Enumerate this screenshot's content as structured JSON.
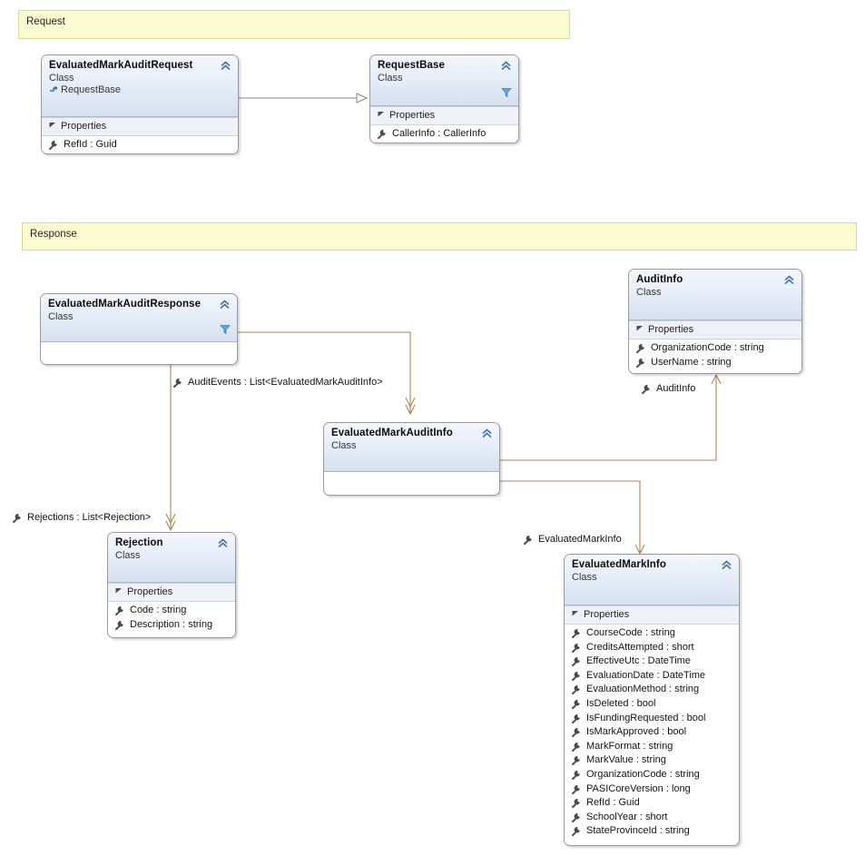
{
  "diagram": {
    "title": "UML Class Diagram",
    "accent_connector_color": "#b08254",
    "inherit_connector_color": "#888888",
    "banner_fill": "#fbfbd2",
    "banner_border": "#d9d99a",
    "class_header_gradient_top": "#f3f6fb",
    "class_header_gradient_bottom": "#d5e0f0"
  },
  "banners": [
    {
      "name": "request-banner",
      "label": "Request"
    },
    {
      "name": "response-banner",
      "label": "Response"
    }
  ],
  "icons": {
    "collapse": "chevron-up-double-icon",
    "filter": "funnel-icon",
    "property": "wrench-icon",
    "expander": "triangle-expander-icon",
    "base_class": "arrow-right-base-icon"
  },
  "classes": {
    "evaluated_mark_audit_request": {
      "name": "EvaluatedMarkAuditRequest",
      "stereotype": "Class",
      "base": "RequestBase",
      "compartment": "Properties",
      "members": [
        "RefId : Guid"
      ]
    },
    "request_base": {
      "name": "RequestBase",
      "stereotype": "Class",
      "compartment": "Properties",
      "members": [
        "CallerInfo : CallerInfo"
      ]
    },
    "evaluated_mark_audit_response": {
      "name": "EvaluatedMarkAuditResponse",
      "stereotype": "Class",
      "members": []
    },
    "audit_info": {
      "name": "AuditInfo",
      "stereotype": "Class",
      "compartment": "Properties",
      "members": [
        "OrganizationCode : string",
        "UserName : string"
      ]
    },
    "evaluated_mark_audit_info": {
      "name": "EvaluatedMarkAuditInfo",
      "stereotype": "Class",
      "members": []
    },
    "rejection": {
      "name": "Rejection",
      "stereotype": "Class",
      "compartment": "Properties",
      "members": [
        "Code : string",
        "Description : string"
      ]
    },
    "evaluated_mark_info": {
      "name": "EvaluatedMarkInfo",
      "stereotype": "Class",
      "compartment": "Properties",
      "members": [
        "CourseCode : string",
        "CreditsAttempted : short",
        "EffectiveUtc : DateTime",
        "EvaluationDate : DateTime",
        "EvaluationMethod : string",
        "IsDeleted : bool",
        "IsFundingRequested : bool",
        "IsMarkApproved : bool",
        "MarkFormat : string",
        "MarkValue : string",
        "OrganizationCode : string",
        "PASICoreVersion : long",
        "RefId : Guid",
        "SchoolYear : short",
        "StateProvinceId : string"
      ]
    }
  },
  "connectors": [
    {
      "name": "inheritance-request",
      "from": "EvaluatedMarkAuditRequest",
      "to": "RequestBase",
      "kind": "inheritance",
      "label": ""
    },
    {
      "name": "assoc-audit-events",
      "from": "EvaluatedMarkAuditResponse",
      "to": "EvaluatedMarkAuditInfo",
      "kind": "association",
      "label": "AuditEvents : List<EvaluatedMarkAuditInfo>"
    },
    {
      "name": "assoc-rejections",
      "from": "EvaluatedMarkAuditResponse",
      "to": "Rejection",
      "kind": "association",
      "label": "Rejections : List<Rejection>"
    },
    {
      "name": "assoc-audit-info",
      "from": "EvaluatedMarkAuditInfo",
      "to": "AuditInfo",
      "kind": "association",
      "label": "AuditInfo"
    },
    {
      "name": "assoc-evaluated-mark-info",
      "from": "EvaluatedMarkAuditInfo",
      "to": "EvaluatedMarkInfo",
      "kind": "association",
      "label": "EvaluatedMarkInfo"
    }
  ]
}
